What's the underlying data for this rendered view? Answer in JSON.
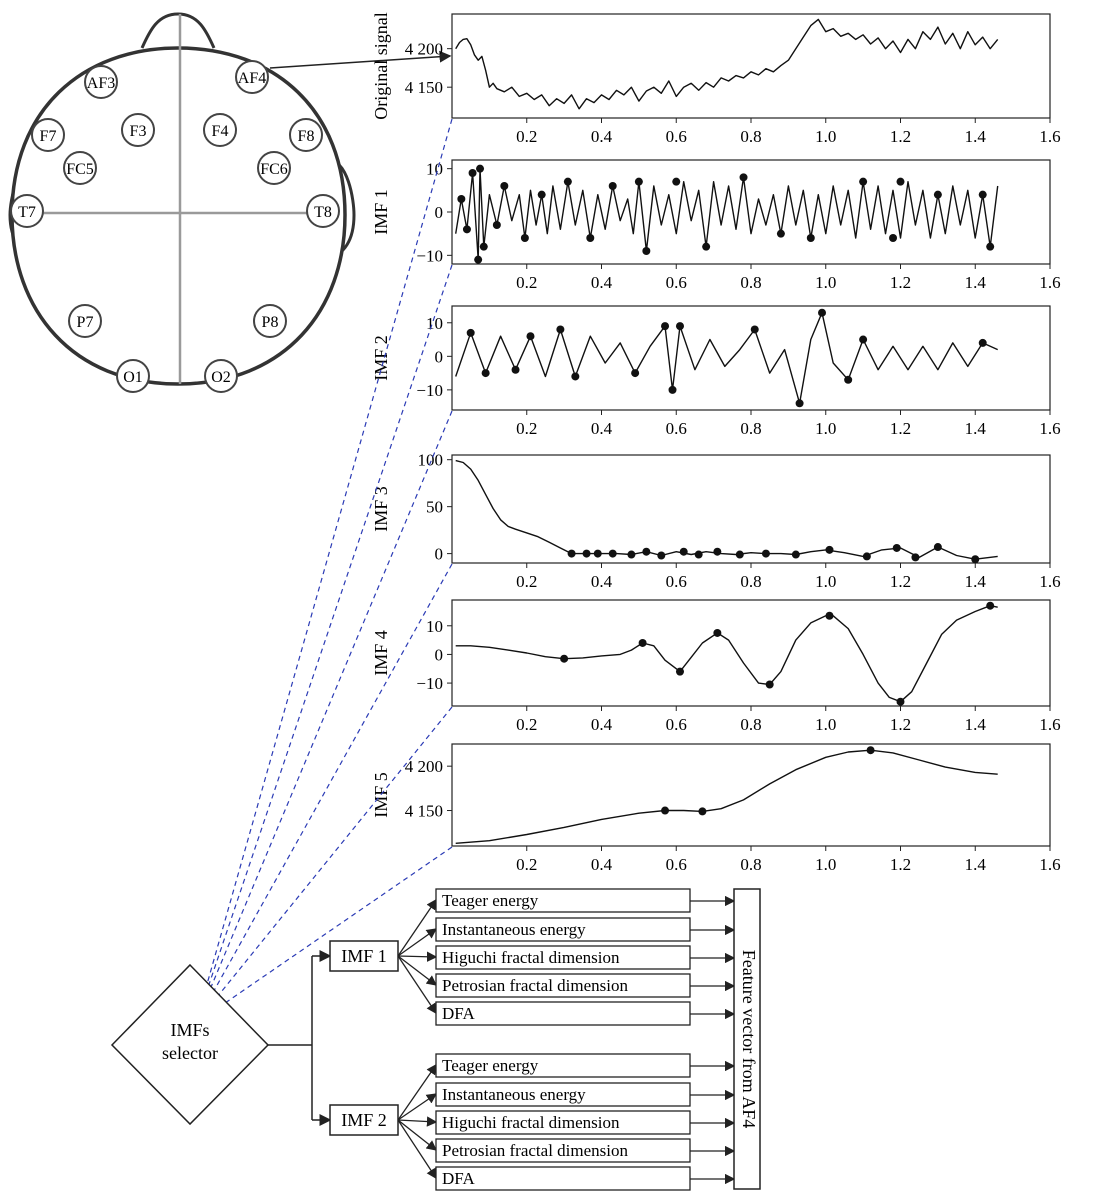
{
  "head": {
    "electrodes": [
      "AF3",
      "AF4",
      "F7",
      "F3",
      "F4",
      "F8",
      "FC5",
      "FC6",
      "T7",
      "T8",
      "P7",
      "P8",
      "O1",
      "O2"
    ],
    "source_electrode": "AF4"
  },
  "chart_data": [
    {
      "type": "line",
      "ylabel": "Original signal",
      "xlim": [
        0,
        1.6
      ],
      "ylim": [
        4110,
        4245
      ],
      "xticks": [
        "0.2",
        "0.4",
        "0.6",
        "0.8",
        "1.0",
        "1.2",
        "1.4",
        "1.6"
      ],
      "yticks": [
        {
          "value": 4150,
          "label": "4 150"
        },
        {
          "value": 4200,
          "label": "4 200"
        }
      ],
      "series": [
        {
          "x": [
            0.01,
            0.02,
            0.03,
            0.04,
            0.05,
            0.06,
            0.07,
            0.08,
            0.09,
            0.1,
            0.11,
            0.12,
            0.14,
            0.16,
            0.18,
            0.2,
            0.22,
            0.24,
            0.26,
            0.28,
            0.3,
            0.32,
            0.34,
            0.36,
            0.38,
            0.4,
            0.42,
            0.44,
            0.46,
            0.48,
            0.5,
            0.52,
            0.54,
            0.56,
            0.58,
            0.6,
            0.62,
            0.64,
            0.66,
            0.68,
            0.7,
            0.72,
            0.74,
            0.76,
            0.78,
            0.8,
            0.82,
            0.84,
            0.86,
            0.88,
            0.9,
            0.92,
            0.94,
            0.96,
            0.98,
            1.0,
            1.02,
            1.04,
            1.06,
            1.08,
            1.1,
            1.12,
            1.14,
            1.16,
            1.18,
            1.2,
            1.22,
            1.24,
            1.26,
            1.28,
            1.3,
            1.32,
            1.34,
            1.36,
            1.38,
            1.4,
            1.42,
            1.44,
            1.46
          ],
          "y": [
            4200,
            4208,
            4212,
            4213,
            4205,
            4192,
            4185,
            4190,
            4172,
            4150,
            4155,
            4148,
            4144,
            4150,
            4138,
            4142,
            4134,
            4140,
            4126,
            4135,
            4129,
            4140,
            4122,
            4135,
            4130,
            4140,
            4134,
            4146,
            4140,
            4150,
            4132,
            4145,
            4150,
            4142,
            4158,
            4138,
            4150,
            4155,
            4146,
            4156,
            4150,
            4162,
            4158,
            4165,
            4162,
            4170,
            4166,
            4174,
            4170,
            4178,
            4185,
            4200,
            4215,
            4230,
            4238,
            4222,
            4226,
            4216,
            4220,
            4212,
            4218,
            4206,
            4214,
            4200,
            4210,
            4195,
            4212,
            4200,
            4222,
            4212,
            4228,
            4206,
            4220,
            4200,
            4222,
            4205,
            4215,
            4200,
            4212
          ]
        }
      ]
    },
    {
      "type": "line",
      "ylabel": "IMF 1",
      "xlim": [
        0,
        1.6
      ],
      "ylim": [
        -12,
        12
      ],
      "xticks": [
        "0.2",
        "0.4",
        "0.6",
        "0.8",
        "1.0",
        "1.2",
        "1.4",
        "1.6"
      ],
      "yticks": [
        {
          "value": -10,
          "label": "−10"
        },
        {
          "value": 0,
          "label": "0"
        },
        {
          "value": 10,
          "label": "10"
        }
      ],
      "series": [
        {
          "x": [
            0.01,
            0.025,
            0.04,
            0.055,
            0.07,
            0.075,
            0.085,
            0.1,
            0.12,
            0.14,
            0.16,
            0.18,
            0.195,
            0.21,
            0.225,
            0.24,
            0.255,
            0.27,
            0.29,
            0.31,
            0.33,
            0.35,
            0.37,
            0.39,
            0.41,
            0.43,
            0.45,
            0.47,
            0.485,
            0.5,
            0.52,
            0.54,
            0.56,
            0.58,
            0.6,
            0.62,
            0.64,
            0.66,
            0.68,
            0.7,
            0.72,
            0.74,
            0.76,
            0.78,
            0.8,
            0.82,
            0.84,
            0.86,
            0.88,
            0.9,
            0.92,
            0.94,
            0.96,
            0.98,
            1.0,
            1.02,
            1.04,
            1.06,
            1.08,
            1.1,
            1.12,
            1.14,
            1.16,
            1.18,
            1.2,
            1.22,
            1.24,
            1.26,
            1.28,
            1.3,
            1.32,
            1.34,
            1.36,
            1.38,
            1.4,
            1.42,
            1.44,
            1.46
          ],
          "y": [
            -5,
            3,
            -4,
            9,
            -11,
            10,
            -8,
            4,
            -3,
            6,
            -2,
            4,
            -6,
            5,
            -3,
            4,
            -5,
            6,
            -4,
            7,
            -3,
            5,
            -6,
            4,
            -4,
            6,
            -2,
            3,
            -5,
            7,
            -9,
            6,
            -3,
            4,
            -5,
            7,
            -2,
            5,
            -8,
            7,
            -3,
            6,
            -4,
            8,
            -5,
            3,
            -3,
            4,
            -5,
            6,
            -3,
            5,
            -6,
            4,
            -5,
            6,
            -3,
            5,
            -6,
            7,
            -4,
            6,
            -5,
            5,
            -6,
            7,
            -3,
            5,
            -6,
            4,
            -5,
            6,
            -3,
            5,
            -6,
            4,
            -8,
            6
          ]
        }
      ],
      "markers": [
        {
          "x": 0.025,
          "y": 3
        },
        {
          "x": 0.04,
          "y": -4
        },
        {
          "x": 0.055,
          "y": 9
        },
        {
          "x": 0.07,
          "y": -11
        },
        {
          "x": 0.075,
          "y": 10
        },
        {
          "x": 0.085,
          "y": -8
        },
        {
          "x": 0.12,
          "y": -3
        },
        {
          "x": 0.14,
          "y": 6
        },
        {
          "x": 0.195,
          "y": -6
        },
        {
          "x": 0.24,
          "y": 4
        },
        {
          "x": 0.31,
          "y": 7
        },
        {
          "x": 0.37,
          "y": -6
        },
        {
          "x": 0.43,
          "y": 6
        },
        {
          "x": 0.5,
          "y": 7
        },
        {
          "x": 0.52,
          "y": -9
        },
        {
          "x": 0.6,
          "y": 7
        },
        {
          "x": 0.68,
          "y": -8
        },
        {
          "x": 0.78,
          "y": 8
        },
        {
          "x": 0.88,
          "y": -5
        },
        {
          "x": 0.96,
          "y": -6
        },
        {
          "x": 1.1,
          "y": 7
        },
        {
          "x": 1.18,
          "y": -6
        },
        {
          "x": 1.2,
          "y": 7
        },
        {
          "x": 1.3,
          "y": 4
        },
        {
          "x": 1.42,
          "y": 4
        },
        {
          "x": 1.44,
          "y": -8
        }
      ]
    },
    {
      "type": "line",
      "ylabel": "IMF 2",
      "xlim": [
        0,
        1.6
      ],
      "ylim": [
        -16,
        15
      ],
      "xticks": [
        "0.2",
        "0.4",
        "0.6",
        "0.8",
        "1.0",
        "1.2",
        "1.4",
        "1.6"
      ],
      "yticks": [
        {
          "value": -10,
          "label": "−10"
        },
        {
          "value": 0,
          "label": "0"
        },
        {
          "value": 10,
          "label": "10"
        }
      ],
      "series": [
        {
          "x": [
            0.01,
            0.05,
            0.09,
            0.13,
            0.17,
            0.21,
            0.25,
            0.29,
            0.33,
            0.37,
            0.41,
            0.45,
            0.49,
            0.53,
            0.57,
            0.59,
            0.61,
            0.65,
            0.69,
            0.73,
            0.77,
            0.81,
            0.85,
            0.89,
            0.93,
            0.96,
            0.99,
            1.02,
            1.06,
            1.1,
            1.14,
            1.18,
            1.22,
            1.26,
            1.3,
            1.34,
            1.38,
            1.42,
            1.46
          ],
          "y": [
            -6,
            7,
            -5,
            6,
            -4,
            6,
            -6,
            8,
            -6,
            6,
            -2,
            4,
            -5,
            3,
            9,
            -10,
            9,
            -4,
            5,
            -3,
            2,
            8,
            -5,
            2,
            -14,
            5,
            13,
            -2,
            -7,
            5,
            -4,
            3,
            -4,
            3,
            -4,
            4,
            -3,
            4,
            2
          ]
        }
      ],
      "markers": [
        {
          "x": 0.05,
          "y": 7
        },
        {
          "x": 0.09,
          "y": -5
        },
        {
          "x": 0.17,
          "y": -4
        },
        {
          "x": 0.21,
          "y": 6
        },
        {
          "x": 0.29,
          "y": 8
        },
        {
          "x": 0.33,
          "y": -6
        },
        {
          "x": 0.49,
          "y": -5
        },
        {
          "x": 0.57,
          "y": 9
        },
        {
          "x": 0.59,
          "y": -10
        },
        {
          "x": 0.61,
          "y": 9
        },
        {
          "x": 0.81,
          "y": 8
        },
        {
          "x": 0.93,
          "y": -14
        },
        {
          "x": 0.99,
          "y": 13
        },
        {
          "x": 1.06,
          "y": -7
        },
        {
          "x": 1.1,
          "y": 5
        },
        {
          "x": 1.42,
          "y": 4
        }
      ]
    },
    {
      "type": "line",
      "ylabel": "IMF 3",
      "xlim": [
        0,
        1.6
      ],
      "ylim": [
        -10,
        105
      ],
      "xticks": [
        "0.2",
        "0.4",
        "0.6",
        "0.8",
        "1.0",
        "1.2",
        "1.4",
        "1.6"
      ],
      "yticks": [
        {
          "value": 0,
          "label": "0"
        },
        {
          "value": 50,
          "label": "50"
        },
        {
          "value": 100,
          "label": "100"
        }
      ],
      "series": [
        {
          "x": [
            0.01,
            0.03,
            0.05,
            0.07,
            0.09,
            0.11,
            0.13,
            0.15,
            0.17,
            0.2,
            0.23,
            0.26,
            0.29,
            0.32,
            0.36,
            0.4,
            0.44,
            0.48,
            0.52,
            0.56,
            0.6,
            0.64,
            0.68,
            0.72,
            0.76,
            0.8,
            0.84,
            0.88,
            0.92,
            0.96,
            1.0,
            1.05,
            1.1,
            1.15,
            1.2,
            1.25,
            1.3,
            1.35,
            1.4,
            1.46
          ],
          "y": [
            99,
            97,
            90,
            78,
            63,
            48,
            36,
            29,
            26,
            22,
            18,
            12,
            6,
            0,
            0,
            0,
            0,
            -1,
            2,
            -2,
            2,
            -1,
            2,
            0,
            -1,
            1,
            0,
            0,
            -1,
            2,
            4,
            1,
            -3,
            4,
            6,
            -4,
            7,
            -2,
            -6,
            -3
          ]
        }
      ],
      "markers": [
        {
          "x": 0.32,
          "y": 0
        },
        {
          "x": 0.36,
          "y": 0
        },
        {
          "x": 0.39,
          "y": 0
        },
        {
          "x": 0.43,
          "y": 0
        },
        {
          "x": 0.48,
          "y": -1
        },
        {
          "x": 0.52,
          "y": 2
        },
        {
          "x": 0.56,
          "y": -2
        },
        {
          "x": 0.62,
          "y": 2
        },
        {
          "x": 0.66,
          "y": -1
        },
        {
          "x": 0.71,
          "y": 2
        },
        {
          "x": 0.77,
          "y": -1
        },
        {
          "x": 0.84,
          "y": 0
        },
        {
          "x": 0.92,
          "y": -1
        },
        {
          "x": 1.01,
          "y": 4
        },
        {
          "x": 1.11,
          "y": -3
        },
        {
          "x": 1.19,
          "y": 6
        },
        {
          "x": 1.24,
          "y": -4
        },
        {
          "x": 1.3,
          "y": 7
        },
        {
          "x": 1.4,
          "y": -6
        }
      ]
    },
    {
      "type": "line",
      "ylabel": "IMF 4",
      "xlim": [
        0,
        1.6
      ],
      "ylim": [
        -18,
        19
      ],
      "xticks": [
        "0.2",
        "0.4",
        "0.6",
        "0.8",
        "1.0",
        "1.2",
        "1.4",
        "1.6"
      ],
      "yticks": [
        {
          "value": -10,
          "label": "−10"
        },
        {
          "value": 0,
          "label": "0"
        },
        {
          "value": 10,
          "label": "10"
        }
      ],
      "series": [
        {
          "x": [
            0.01,
            0.05,
            0.1,
            0.15,
            0.2,
            0.25,
            0.3,
            0.35,
            0.4,
            0.45,
            0.48,
            0.51,
            0.54,
            0.57,
            0.61,
            0.64,
            0.67,
            0.71,
            0.74,
            0.78,
            0.82,
            0.85,
            0.88,
            0.92,
            0.96,
            1.0,
            1.02,
            1.06,
            1.1,
            1.14,
            1.17,
            1.2,
            1.23,
            1.27,
            1.31,
            1.35,
            1.4,
            1.44,
            1.46
          ],
          "y": [
            3,
            3,
            2.5,
            1.5,
            0.5,
            -0.8,
            -1.5,
            -1.2,
            -0.5,
            0,
            1.5,
            4,
            3,
            -2,
            -6,
            -1,
            4,
            7.5,
            5,
            -3,
            -10,
            -10.5,
            -6,
            5,
            11,
            13.5,
            13.5,
            9,
            0,
            -10,
            -15,
            -16.5,
            -13,
            -3,
            7,
            12,
            15,
            17,
            16.5
          ]
        }
      ],
      "markers": [
        {
          "x": 0.3,
          "y": -1.5
        },
        {
          "x": 0.51,
          "y": 4
        },
        {
          "x": 0.61,
          "y": -6
        },
        {
          "x": 0.71,
          "y": 7.5
        },
        {
          "x": 0.85,
          "y": -10.5
        },
        {
          "x": 1.01,
          "y": 13.5
        },
        {
          "x": 1.2,
          "y": -16.5
        },
        {
          "x": 1.44,
          "y": 17
        }
      ]
    },
    {
      "type": "line",
      "ylabel": "IMF 5",
      "xlim": [
        0,
        1.6
      ],
      "ylim": [
        4110,
        4225
      ],
      "xticks": [
        "0.2",
        "0.4",
        "0.6",
        "0.8",
        "1.0",
        "1.2",
        "1.4",
        "1.6"
      ],
      "yticks": [
        {
          "value": 4150,
          "label": "4 150"
        },
        {
          "value": 4200,
          "label": "4 200"
        }
      ],
      "series": [
        {
          "x": [
            0.01,
            0.1,
            0.2,
            0.3,
            0.4,
            0.5,
            0.57,
            0.62,
            0.67,
            0.72,
            0.78,
            0.85,
            0.92,
            1.0,
            1.06,
            1.12,
            1.18,
            1.25,
            1.32,
            1.4,
            1.46
          ],
          "y": [
            4113,
            4116,
            4123,
            4131,
            4140,
            4147,
            4150,
            4150,
            4149,
            4152,
            4162,
            4180,
            4196,
            4210,
            4216,
            4218,
            4215,
            4207,
            4199,
            4193,
            4191
          ]
        }
      ],
      "markers": [
        {
          "x": 0.57,
          "y": 4150
        },
        {
          "x": 0.67,
          "y": 4149
        },
        {
          "x": 1.12,
          "y": 4218
        }
      ]
    }
  ],
  "selector": {
    "label_line1": "IMFs",
    "label_line2": "selector"
  },
  "imf_groups": [
    {
      "label": "IMF 1",
      "features": [
        "Teager energy",
        "Instantaneous energy",
        "Higuchi fractal dimension",
        "Petrosian fractal dimension",
        "DFA"
      ]
    },
    {
      "label": "IMF 2",
      "features": [
        "Teager energy",
        "Instantaneous energy",
        "Higuchi fractal dimension",
        "Petrosian fractal dimension",
        "DFA"
      ]
    }
  ],
  "feature_vector_label": "Feature vector from AF4",
  "colors": {
    "stroke": "#222222",
    "grid": "#9a9a9a",
    "head_fill": "#ffffff",
    "dashed_connector": "#2b3bb5"
  }
}
